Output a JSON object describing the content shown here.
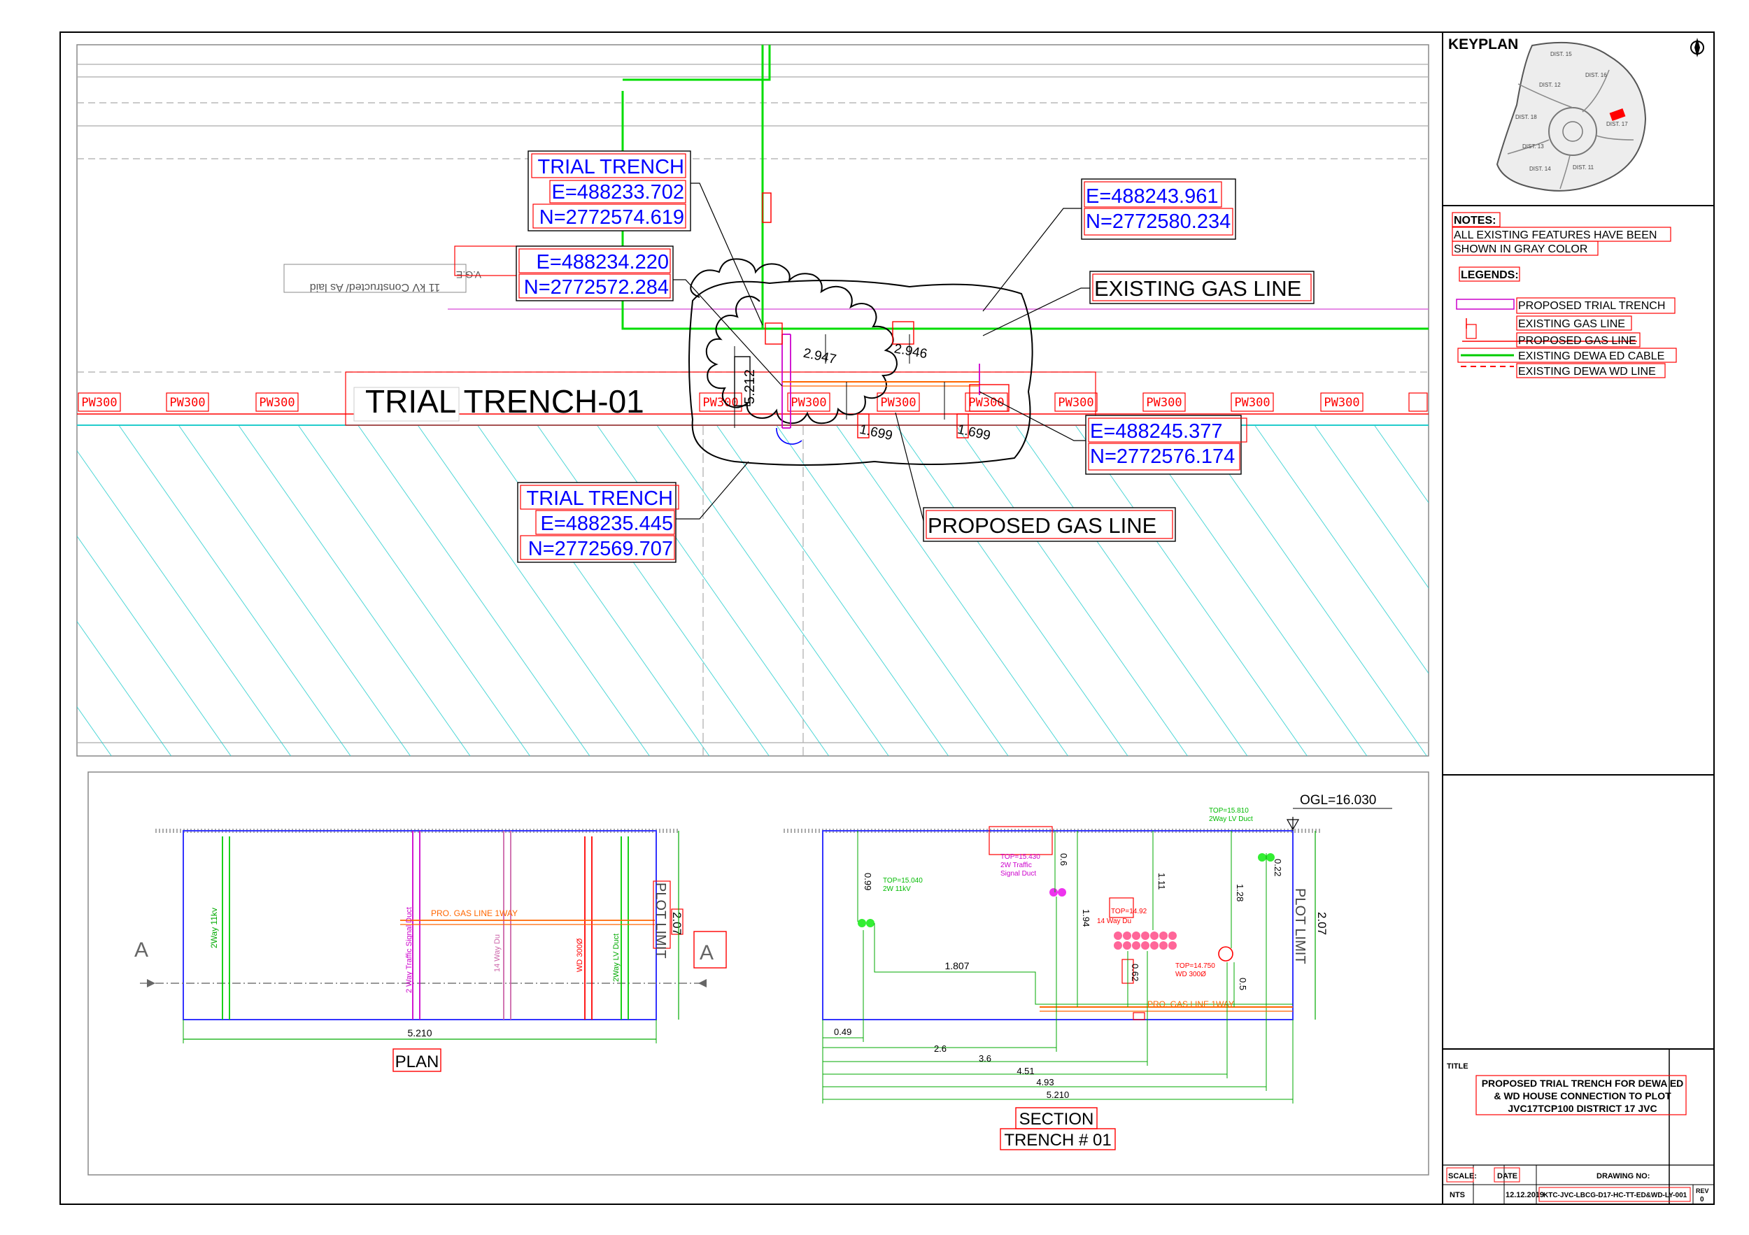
{
  "drawing": {
    "main_title": "TRIAL TRENCH-01",
    "cable_label": "11 kV Constructed/ As laid",
    "cable_label_small": "V.G.E",
    "pw_label": "PW300",
    "callouts": {
      "tt1": {
        "title": "TRIAL TRENCH",
        "e": "E=488233.702",
        "n": "N=2772574.619"
      },
      "pt2": {
        "e": "E=488234.220",
        "n": "N=2772572.284"
      },
      "pt3": {
        "e": "E=488243.961",
        "n": "N=2772580.234"
      },
      "pt4": {
        "e": "E=488245.377",
        "n": "N=2772576.174"
      },
      "tt2": {
        "title": "TRIAL TRENCH",
        "e": "E=488235.445",
        "n": "N=2772569.707"
      },
      "existing_gas": "EXISTING GAS LINE",
      "proposed_gas": "PROPOSED GAS LINE"
    },
    "dims": {
      "d1": "2.947",
      "d2": "2.946",
      "d3": "1.699",
      "d4": "1.699",
      "d5": "5.212"
    }
  },
  "keyplan": {
    "title": "KEYPLAN",
    "districts": [
      "DIST. 15",
      "DIST. 12",
      "DIST. 16",
      "DIST. 18",
      "DIST. 13",
      "DIST. 14",
      "DIST. 17",
      "DIST. 11"
    ]
  },
  "notes": {
    "heading": "NOTES:",
    "line1": "ALL EXISTING FEATURES HAVE BEEN",
    "line2": "SHOWN IN GRAY COLOR",
    "legends_heading": "LEGENDS:",
    "legend": [
      {
        "label": "PROPOSED TRIAL TRENCH",
        "color": "#cc00cc"
      },
      {
        "label": "EXISTING GAS LINE",
        "color": "#ff0000"
      },
      {
        "label": "PROPOSED GAS LINE",
        "color": "#ff0000"
      },
      {
        "label": "EXISTING DEWA ED CABLE",
        "color": "#00cc00"
      },
      {
        "label": "EXISTING DEWA WD LINE",
        "color": "#ff0000"
      }
    ]
  },
  "plan_view": {
    "caption": "PLAN",
    "section_marker": "A",
    "plot_limit": "PLOT LIMIT",
    "width_dim": "5.210",
    "depth_dim": "2.07",
    "gas_label": "PRO. GAS LINE 1WAY",
    "duct_labels": [
      "2Way 11kv",
      "2 Way Traffic Signal Duct",
      "14 Way Du",
      "WD 300Ø",
      "2Way LV Duct"
    ]
  },
  "section_view": {
    "caption1": "SECTION",
    "caption2": "TRENCH # 01",
    "ogl": "OGL=16.030",
    "plot_limit": "PLOT LIMIT",
    "depth_dim": "2.07",
    "gas_label": "PRO. GAS LINE 1WAY",
    "top_labels": {
      "lv": "TOP=15.810",
      "lv2": "2Way LV Duct",
      "t11": "TOP=15.040",
      "t11b": "2W 11kV",
      "traffic": "TOP=15.430",
      "traffic2": "2W Traffic",
      "traffic3": "Signal Duct",
      "duct14": "TOP=14.92",
      "duct14b": "14 Way Du",
      "wd": "TOP=14.750",
      "wd2": "WD 300Ø"
    },
    "vdims": [
      "0.99",
      "0.6",
      "1.11",
      "1.94",
      "1.28",
      "0.22",
      "0.62",
      "0.5"
    ],
    "hdims": [
      "1.807",
      "0.49",
      "2.6",
      "3.6",
      "4.51",
      "4.93",
      "5.210"
    ]
  },
  "title_block": {
    "title_label": "TITLE",
    "title1": "PROPOSED TRIAL TRENCH FOR DEWA ED",
    "title2": "& WD HOUSE CONNECTION TO PLOT",
    "title3": "JVC17TCP100 DISTRICT 17 JVC",
    "scale_label": "SCALE:",
    "scale": "NTS",
    "date_label": "DATE",
    "date": "12.12.2019",
    "drawing_no_label": "DRAWING NO:",
    "drawing_no": "KTC-JVC-LBCG-D17-HC-TT-ED&WD-LY-001",
    "rev_label": "REV",
    "rev": "0"
  }
}
